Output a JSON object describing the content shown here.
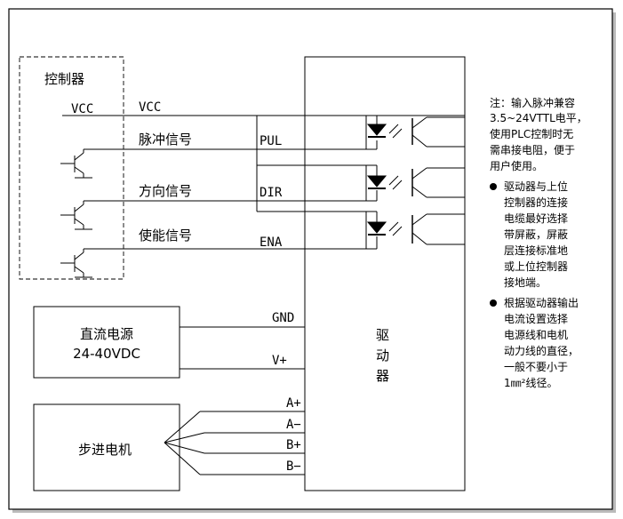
{
  "controller": {
    "title": "控制器",
    "vcc_left": "VCC",
    "vcc_right": "VCC"
  },
  "signals": {
    "pulse": "脉冲信号",
    "dir": "方向信号",
    "ena": "使能信号",
    "pul_pin": "PUL",
    "dir_pin": "DIR",
    "ena_pin": "ENA"
  },
  "power": {
    "line1": "直流电源",
    "line2": "24-40VDC",
    "gnd": "GND",
    "vplus": "V+"
  },
  "motor": {
    "label": "步进电机",
    "a_plus": "A+",
    "a_minus": "A−",
    "b_plus": "B+",
    "b_minus": "B−"
  },
  "driver": {
    "chars": [
      "驱",
      "动",
      "器"
    ]
  },
  "notes": {
    "note_lines": [
      "注：输入脉冲兼容",
      "3.5~24VTTL电平，",
      "使用PLC控制时无",
      "需串接电阻，便于",
      "用户使用。"
    ],
    "bullet1_lines": [
      "驱动器与上位",
      "控制器的连接",
      "电缆最好选择",
      "带屏蔽，屏蔽",
      "层连接标准地",
      "或上位控制器",
      "接地端。"
    ],
    "bullet2_lines": [
      "根据驱动器输出",
      "电流设置选择",
      "电源线和电机",
      "动力线的直径，",
      "一般不要小于",
      "1㎜²线径。"
    ]
  }
}
